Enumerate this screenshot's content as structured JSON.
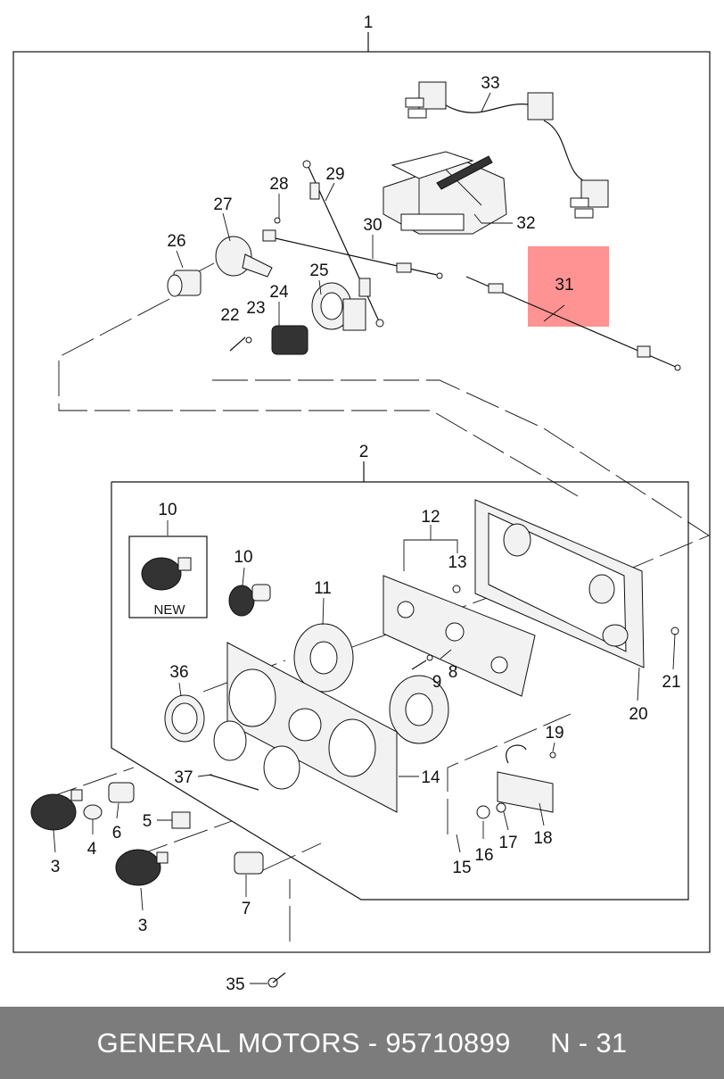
{
  "callouts": {
    "c1": "1",
    "c2": "2",
    "c3a": "3",
    "c3b": "3",
    "c4": "4",
    "c5": "5",
    "c6": "6",
    "c7": "7",
    "c8": "8",
    "c9": "9",
    "c10a": "10",
    "c10b": "10",
    "c11": "11",
    "c12": "12",
    "c13": "13",
    "c14": "14",
    "c15": "15",
    "c16": "16",
    "c17": "17",
    "c18": "18",
    "c19": "19",
    "c20": "20",
    "c21": "21",
    "c22": "22",
    "c23": "23",
    "c24": "24",
    "c25": "25",
    "c26": "26",
    "c27": "27",
    "c28": "28",
    "c29": "29",
    "c30": "30",
    "c31": "31",
    "c32": "32",
    "c33": "33",
    "c35": "35",
    "c36": "36",
    "c37": "37"
  },
  "new_label": "NEW",
  "highlight": {
    "callout": "31",
    "color": "#ff7f7f"
  },
  "footer": {
    "text": "GENERAL MOTORS - 95710899     N - 31",
    "background": "#7c7c7c"
  }
}
